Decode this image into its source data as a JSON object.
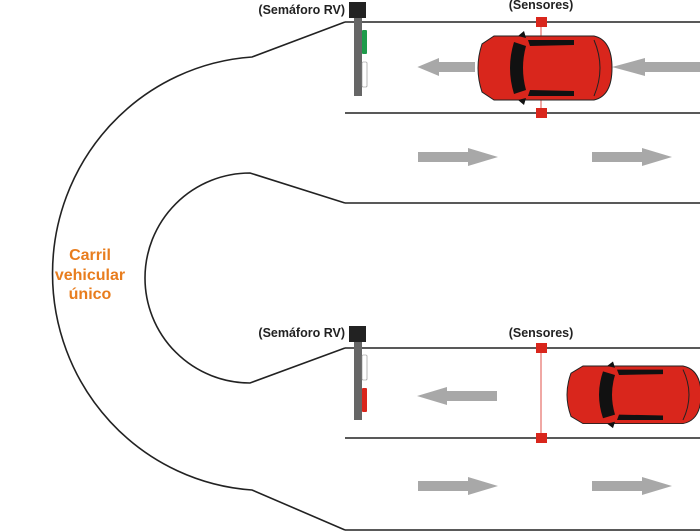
{
  "labels": {
    "traffic_light_top": "(Semáforo RV)",
    "sensors_top": "(Sensores)",
    "traffic_light_bottom": "(Semáforo RV)",
    "sensors_bottom": "(Sensores)",
    "lane_line1": "Carril",
    "lane_line2": "vehicular",
    "lane_line3": "único"
  },
  "traffic_lights": {
    "top": {
      "active": "green"
    },
    "bottom": {
      "active": "red"
    }
  },
  "colors": {
    "lane_label": "#e87d1e",
    "car": "#d9261c",
    "sensor": "#d9261c",
    "green_light": "#1e9b4a",
    "red_light": "#d9261c",
    "arrow": "#a8a8a8",
    "pole": "#666666"
  }
}
